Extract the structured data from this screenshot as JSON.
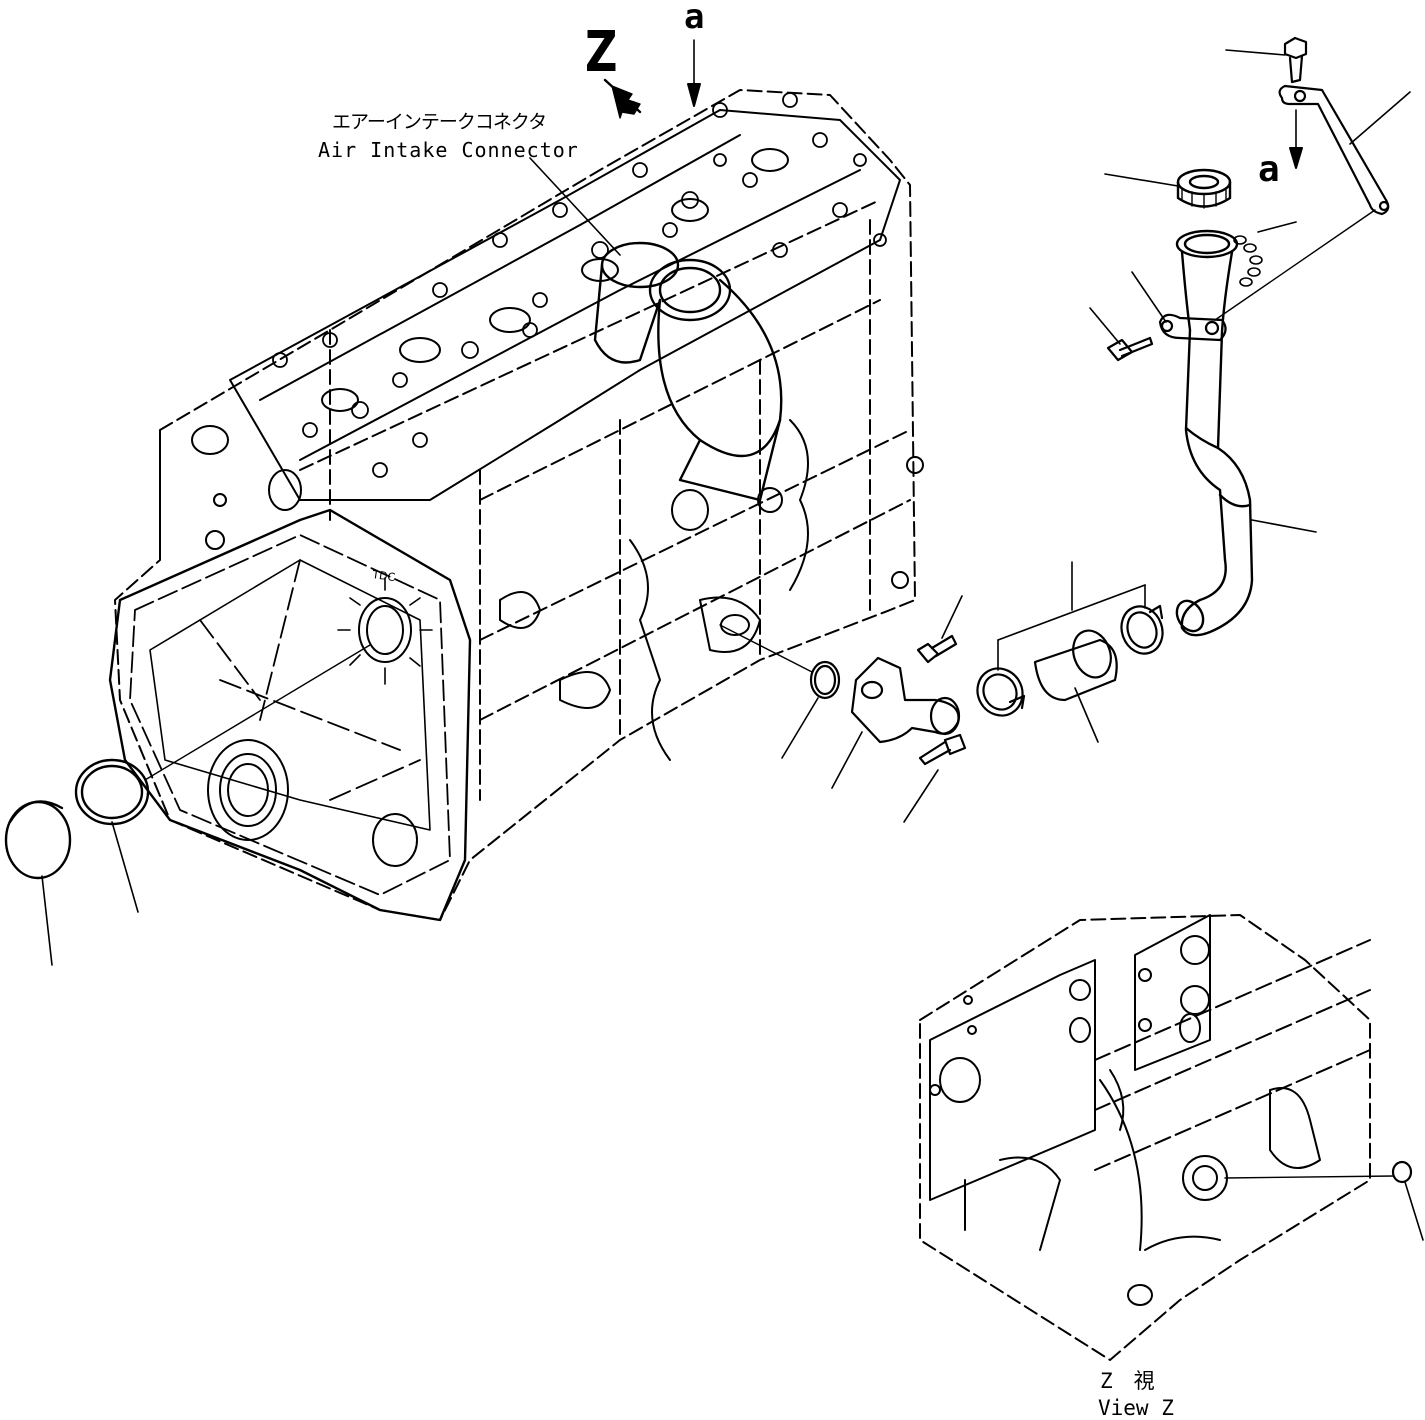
{
  "labels": {
    "z_marker": "Z",
    "a_marker_top": "a",
    "a_marker_right": "a",
    "air_intake_jp": "エアーインテークコネクタ",
    "air_intake_en": "Air Intake Connector",
    "view_z_jp": "Z　視",
    "view_z_en": "View Z",
    "tdc_mark": "TDC"
  }
}
